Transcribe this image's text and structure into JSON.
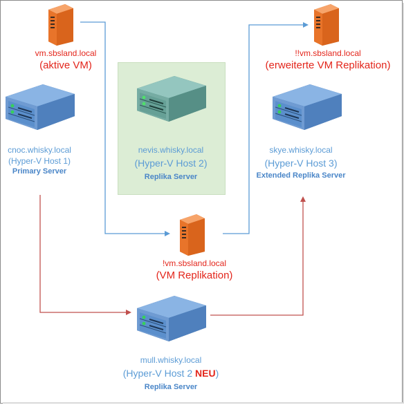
{
  "vm_source": {
    "name": "vm.sbsland.local",
    "desc": "(aktive VM)"
  },
  "vm_extended": {
    "name": "!!vm.sbsland.local",
    "desc": "(erweiterte VM Replikation)"
  },
  "vm_replica": {
    "name": "!vm.sbsland.local",
    "desc": "(VM Replikation)"
  },
  "host1": {
    "name": "cnoc.whisky.local",
    "sub": "(Hyper-V Host 1)",
    "role": "Primary Server"
  },
  "host2": {
    "name": "nevis.whisky.local",
    "sub": "(Hyper-V Host 2)",
    "role": "Replika Server"
  },
  "host3": {
    "name": "skye.whisky.local",
    "sub": "(Hyper-V Host 3)",
    "role": "Extended Replika Server"
  },
  "host_new": {
    "name": "mull.whisky.local",
    "sub": "(Hyper-V Host 2 ",
    "badge": "NEU",
    "sub_end": ")",
    "role": "Replika Server"
  },
  "colors": {
    "blue_arrow": "#5b9bd5",
    "red_arrow": "#c0504d",
    "vm_label": "#e3251b",
    "host_label": "#5b9bd5",
    "replica_box": "#dcedd5"
  },
  "icons": {
    "vm": "vm-server-icon",
    "host": "hyperv-host-icon"
  }
}
